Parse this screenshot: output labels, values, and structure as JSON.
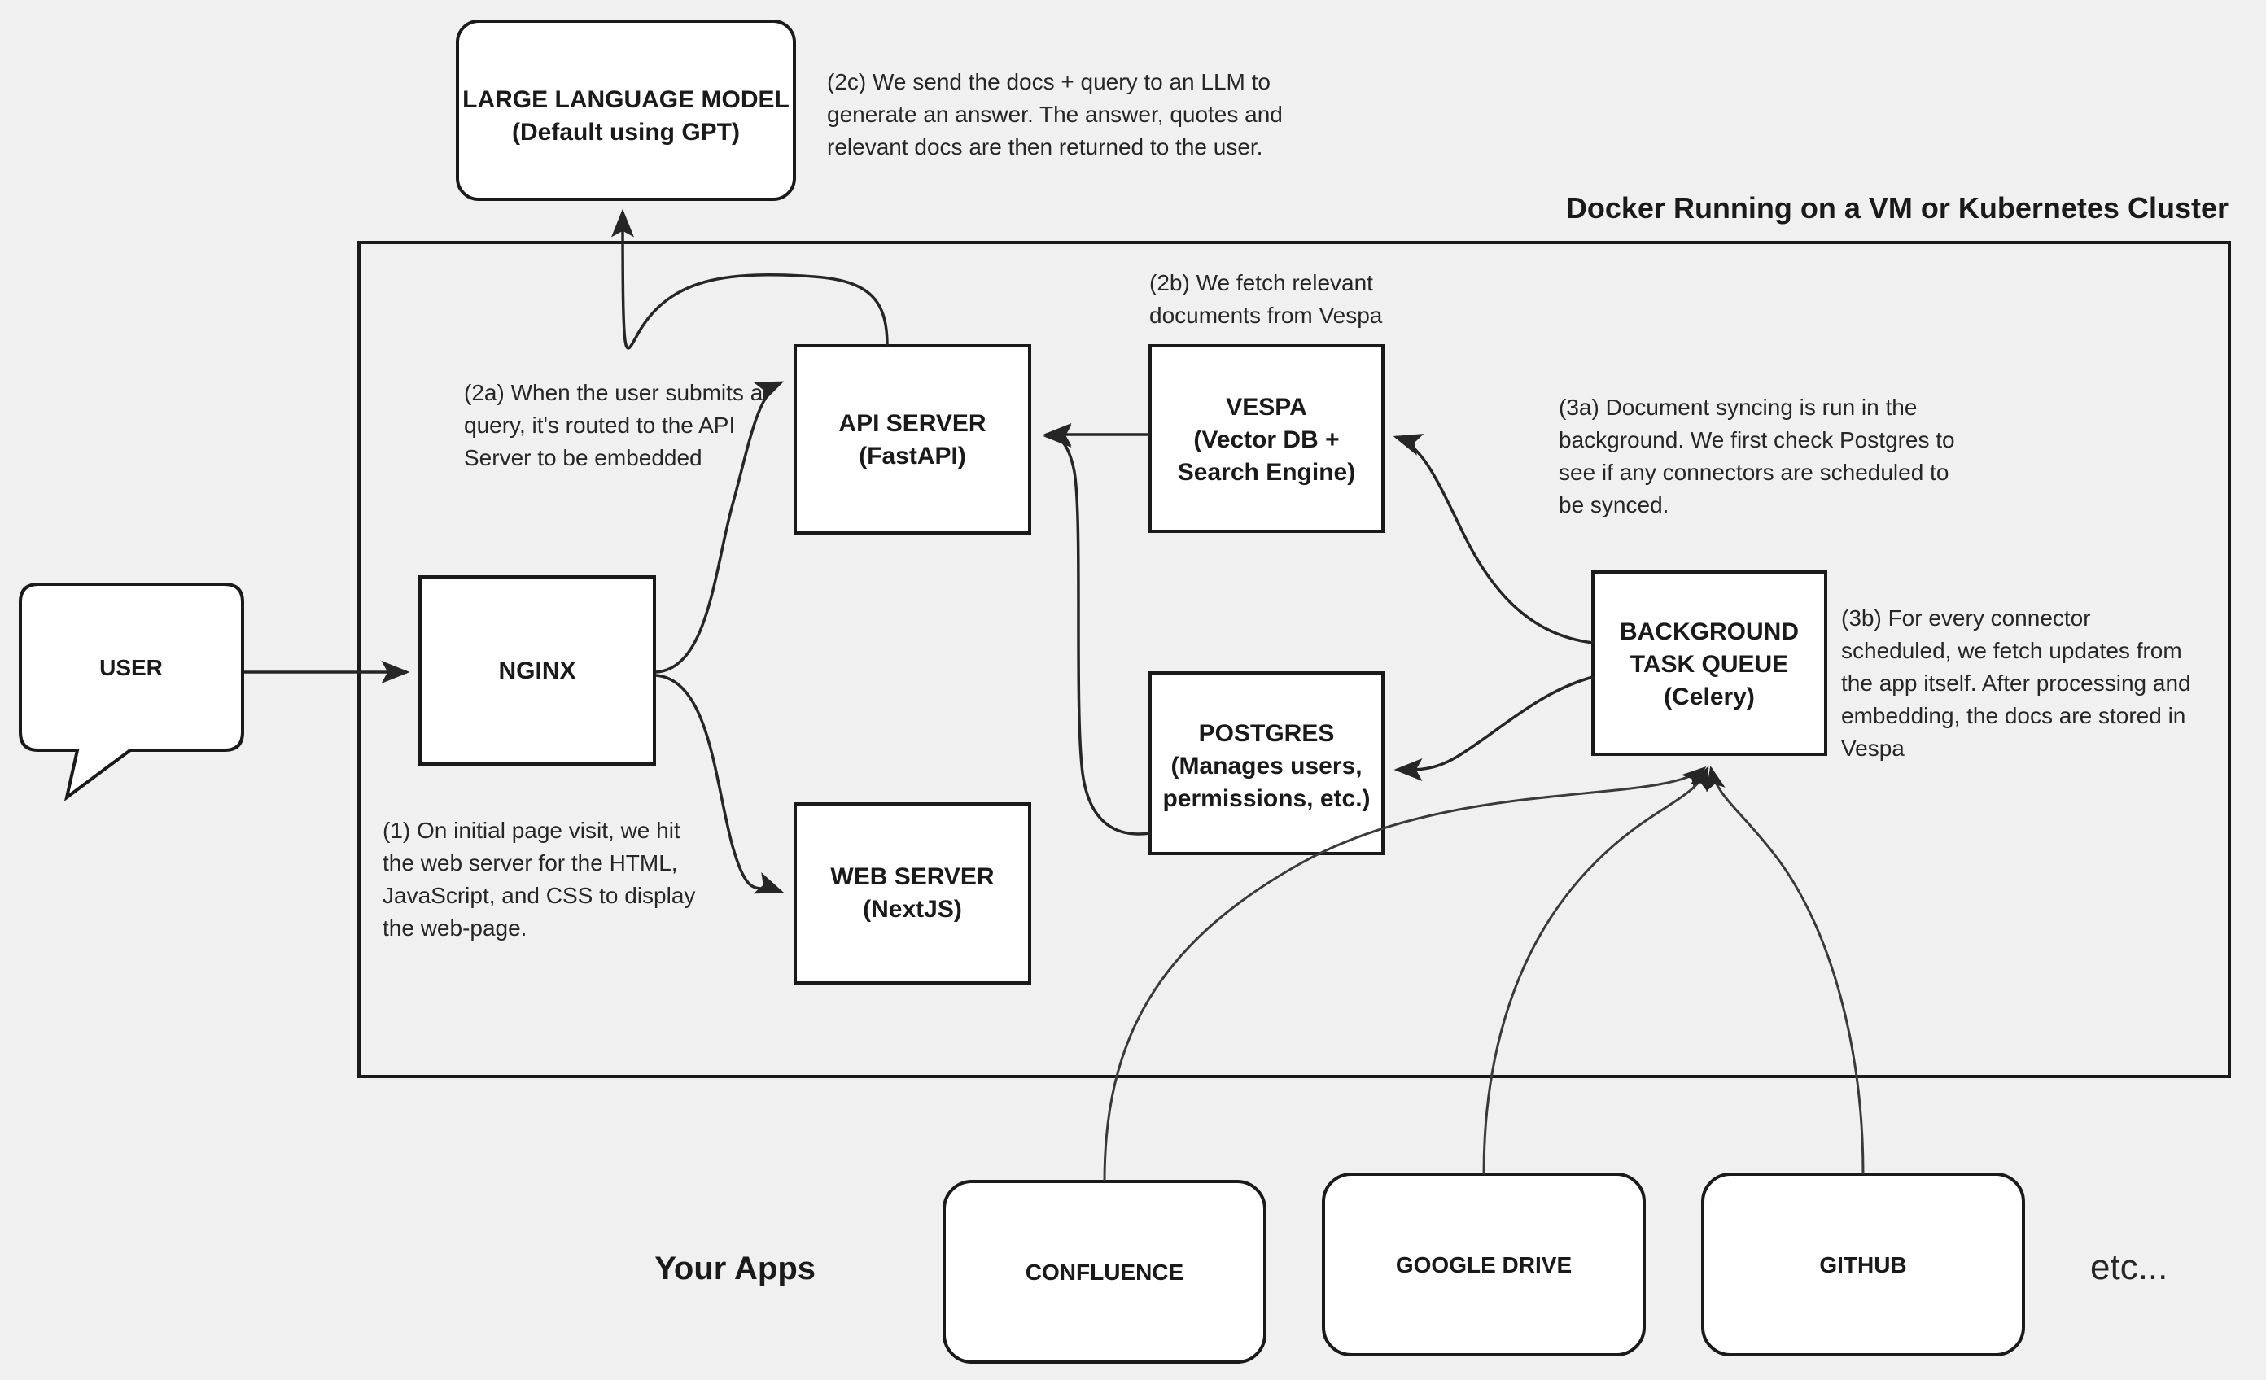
{
  "diagram": {
    "title": "Docker Running on a VM or Kubernetes Cluster",
    "your_apps_label": "Your Apps",
    "etc_label": "etc...",
    "nodes": {
      "user": {
        "label": "USER"
      },
      "llm": {
        "line1": "LARGE LANGUAGE MODEL",
        "line2": "(Default using GPT)"
      },
      "nginx": {
        "label": "NGINX"
      },
      "api_server": {
        "line1": "API SERVER",
        "line2": "(FastAPI)"
      },
      "web_server": {
        "line1": "WEB SERVER",
        "line2": "(NextJS)"
      },
      "vespa": {
        "line1": "VESPA",
        "line2": "(Vector DB +",
        "line3": "Search Engine)"
      },
      "postgres": {
        "line1": "POSTGRES",
        "line2": "(Manages users,",
        "line3": "permissions, etc.)"
      },
      "task_queue": {
        "line1": "BACKGROUND",
        "line2": "TASK QUEUE",
        "line3": "(Celery)"
      },
      "confluence": {
        "label": "CONFLUENCE"
      },
      "google_drive": {
        "label": "GOOGLE DRIVE"
      },
      "github": {
        "label": "GITHUB"
      }
    },
    "annotations": {
      "step_2c": {
        "lines": [
          "(2c) We send the docs + query to an LLM to",
          "generate an answer. The answer, quotes and",
          "relevant docs are then returned to the user."
        ]
      },
      "step_2a": {
        "lines": [
          "(2a) When the user submits a",
          "query, it's routed to the API",
          "Server to be embedded"
        ]
      },
      "step_2b": {
        "lines": [
          "(2b) We fetch relevant",
          "documents from Vespa"
        ]
      },
      "step_3a": {
        "lines": [
          "(3a) Document syncing is run in the",
          "background. We first check Postgres to",
          "see if any connectors are scheduled to",
          "be synced."
        ]
      },
      "step_3b": {
        "lines": [
          "(3b) For every connector",
          "scheduled, we fetch updates from",
          "the app itself. After processing and",
          "embedding, the docs are stored in",
          "Vespa"
        ]
      },
      "step_1": {
        "lines": [
          "(1) On initial page visit, we hit",
          "the web server for the HTML,",
          "JavaScript, and CSS to display",
          "the web-page."
        ]
      }
    },
    "colors": {
      "background": "#f0f0f0",
      "box_fill": "#ffffff",
      "stroke": "#1a1a1a",
      "text": "#262626"
    }
  }
}
